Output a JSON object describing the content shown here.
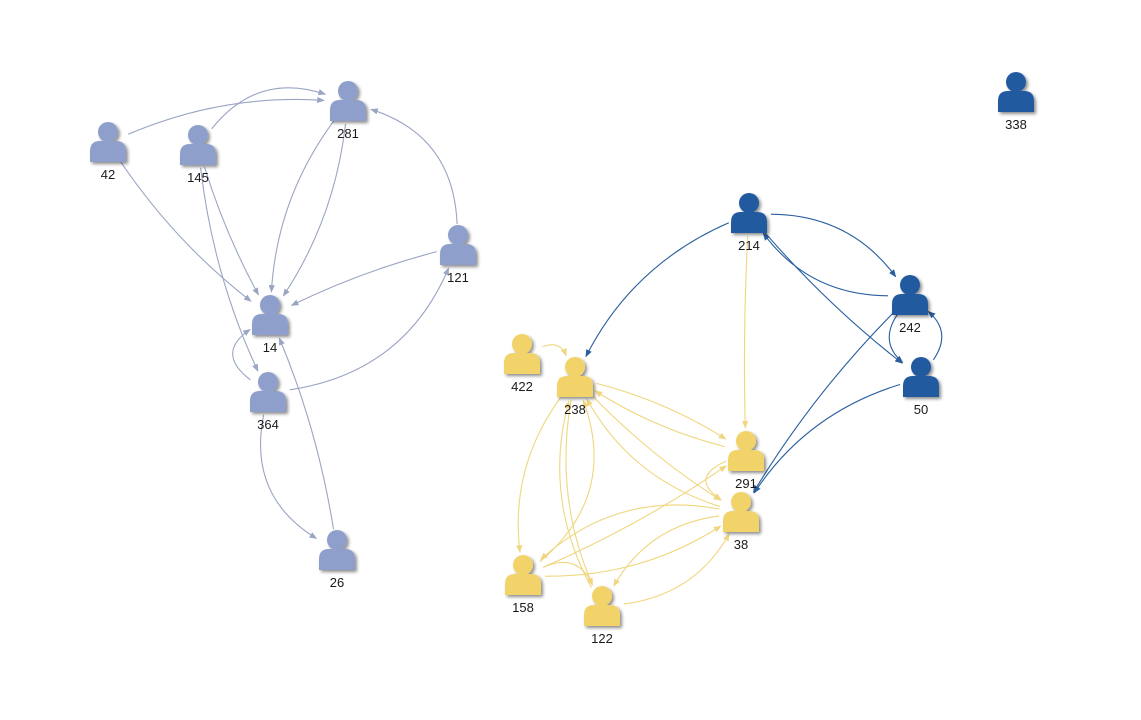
{
  "colors": {
    "group_lavender": "#8f9fcc",
    "group_yellow": "#f1d36a",
    "group_blue": "#245aa0",
    "edge_lavender": "#9aa5c4",
    "edge_yellow": "#f0d67e",
    "edge_blue": "#2a5f9e"
  },
  "icon": "person-icon",
  "nodes": [
    {
      "id": "42",
      "group": "lavender"
    },
    {
      "id": "145",
      "group": "lavender"
    },
    {
      "id": "281",
      "group": "lavender"
    },
    {
      "id": "121",
      "group": "lavender"
    },
    {
      "id": "14",
      "group": "lavender"
    },
    {
      "id": "364",
      "group": "lavender"
    },
    {
      "id": "26",
      "group": "lavender"
    },
    {
      "id": "338",
      "group": "blue"
    },
    {
      "id": "214",
      "group": "blue"
    },
    {
      "id": "242",
      "group": "blue"
    },
    {
      "id": "50",
      "group": "blue"
    },
    {
      "id": "422",
      "group": "yellow"
    },
    {
      "id": "238",
      "group": "yellow"
    },
    {
      "id": "291",
      "group": "yellow"
    },
    {
      "id": "38",
      "group": "yellow"
    },
    {
      "id": "158",
      "group": "yellow"
    },
    {
      "id": "122",
      "group": "yellow"
    }
  ],
  "edges": [
    {
      "from": "42",
      "to": "281",
      "group": "lavender"
    },
    {
      "from": "145",
      "to": "281",
      "group": "lavender"
    },
    {
      "from": "42",
      "to": "14",
      "group": "lavender"
    },
    {
      "from": "145",
      "to": "14",
      "group": "lavender"
    },
    {
      "from": "281",
      "to": "14",
      "group": "lavender"
    },
    {
      "from": "281",
      "to": "14",
      "group": "lavender"
    },
    {
      "from": "121",
      "to": "281",
      "group": "lavender"
    },
    {
      "from": "121",
      "to": "14",
      "group": "lavender"
    },
    {
      "from": "145",
      "to": "364",
      "group": "lavender"
    },
    {
      "from": "364",
      "to": "14",
      "group": "lavender"
    },
    {
      "from": "364",
      "to": "121",
      "group": "lavender"
    },
    {
      "from": "364",
      "to": "26",
      "group": "lavender"
    },
    {
      "from": "26",
      "to": "14",
      "group": "lavender"
    },
    {
      "from": "214",
      "to": "238",
      "group": "blue"
    },
    {
      "from": "214",
      "to": "242",
      "group": "blue"
    },
    {
      "from": "242",
      "to": "214",
      "group": "blue"
    },
    {
      "from": "214",
      "to": "50",
      "group": "blue"
    },
    {
      "from": "242",
      "to": "50",
      "group": "blue"
    },
    {
      "from": "50",
      "to": "242",
      "group": "blue"
    },
    {
      "from": "242",
      "to": "38",
      "group": "blue"
    },
    {
      "from": "50",
      "to": "38",
      "group": "blue"
    },
    {
      "from": "422",
      "to": "238",
      "group": "yellow"
    },
    {
      "from": "214",
      "to": "291",
      "group": "yellow"
    },
    {
      "from": "238",
      "to": "291",
      "group": "yellow"
    },
    {
      "from": "291",
      "to": "238",
      "group": "yellow"
    },
    {
      "from": "238",
      "to": "38",
      "group": "yellow"
    },
    {
      "from": "38",
      "to": "238",
      "group": "yellow"
    },
    {
      "from": "291",
      "to": "38",
      "group": "yellow"
    },
    {
      "from": "158",
      "to": "238",
      "group": "yellow"
    },
    {
      "from": "158",
      "to": "291",
      "group": "yellow"
    },
    {
      "from": "158",
      "to": "38",
      "group": "yellow"
    },
    {
      "from": "238",
      "to": "122",
      "group": "yellow"
    },
    {
      "from": "238",
      "to": "158",
      "group": "yellow"
    },
    {
      "from": "122",
      "to": "38",
      "group": "yellow"
    },
    {
      "from": "38",
      "to": "122",
      "group": "yellow"
    },
    {
      "from": "158",
      "to": "122",
      "group": "yellow"
    },
    {
      "from": "122",
      "to": "238",
      "group": "yellow"
    },
    {
      "from": "38",
      "to": "158",
      "group": "yellow"
    }
  ]
}
